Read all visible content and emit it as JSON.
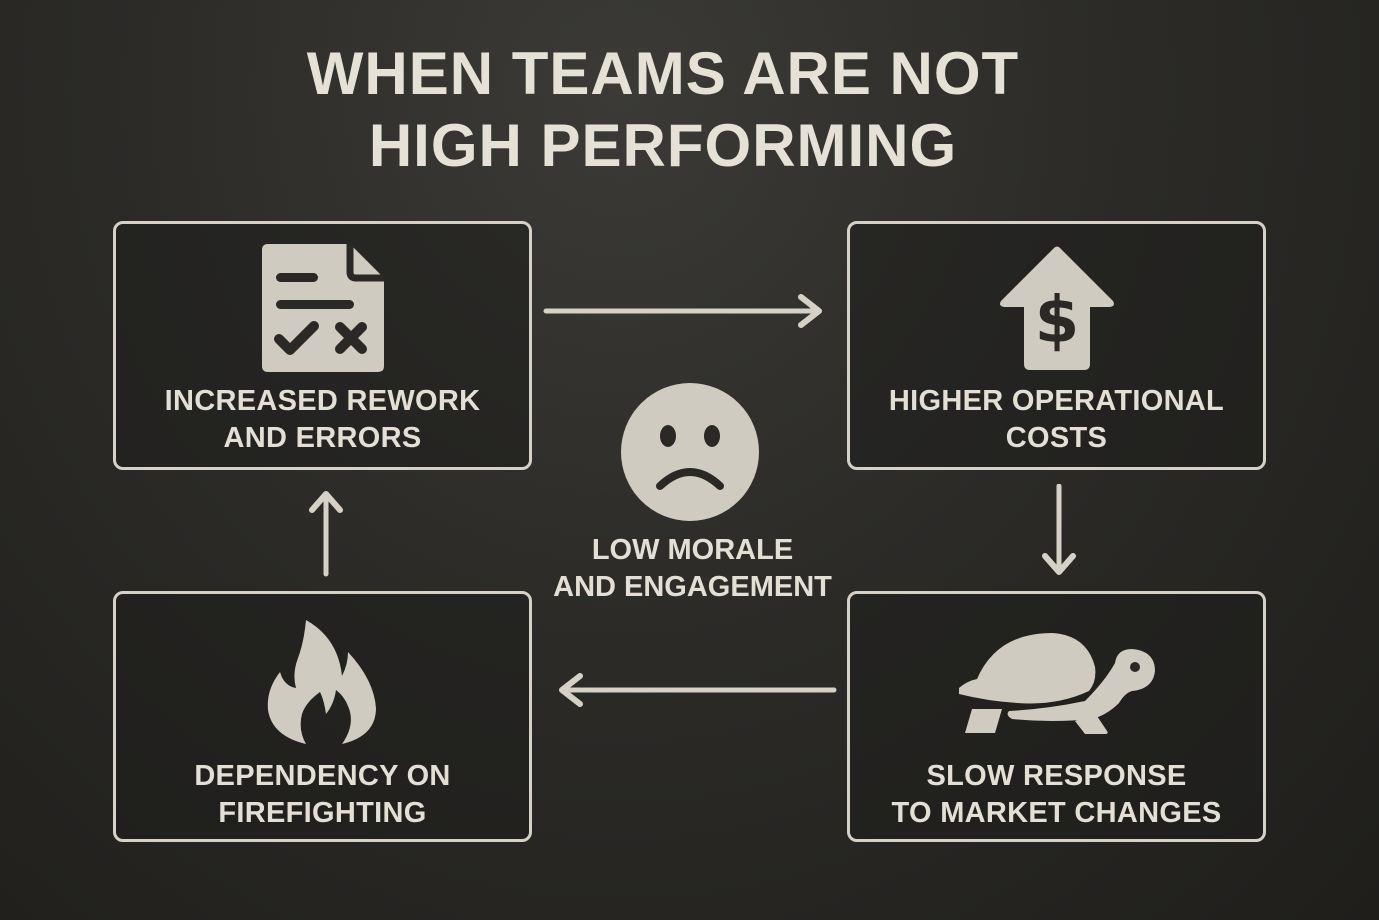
{
  "title": {
    "line1": "WHEN TEAMS ARE NOT",
    "line2": "HIGH PERFORMING"
  },
  "center": {
    "icon": "sad-face-icon",
    "line1": "LOW MORALE",
    "line2": "AND ENGAGEMENT"
  },
  "boxes": [
    {
      "id": "rework",
      "icon": "document-check-cross-icon",
      "line1": "INCREASED REWORK",
      "line2": "AND ERRORS"
    },
    {
      "id": "costs",
      "icon": "house-dollar-up-icon",
      "line1": "HIGHER OPERATIONAL",
      "line2": "COSTS"
    },
    {
      "id": "slow",
      "icon": "turtle-icon",
      "line1": "SLOW RESPONSE",
      "line2": "TO MARKET CHANGES"
    },
    {
      "id": "firefighting",
      "icon": "fire-icon",
      "line1": "DEPENDENCY ON",
      "line2": "FIREFIGHTING"
    }
  ],
  "arrows": [
    {
      "from": "rework",
      "to": "costs",
      "direction": "right"
    },
    {
      "from": "costs",
      "to": "slow",
      "direction": "down"
    },
    {
      "from": "slow",
      "to": "firefighting",
      "direction": "left"
    },
    {
      "from": "firefighting",
      "to": "rework",
      "direction": "up"
    }
  ],
  "colors": {
    "background": "#2c2b28",
    "foreground": "#e2ddd2",
    "icon_fill": "#d0cbc0"
  }
}
